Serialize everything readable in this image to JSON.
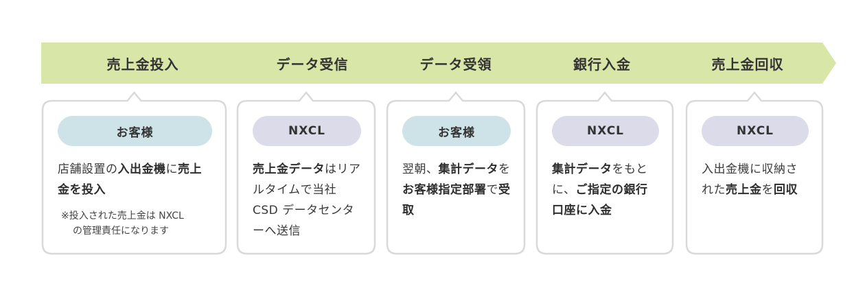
{
  "colors": {
    "arrow_fill": "#d8e6a7",
    "card_border": "#d9d9d9",
    "badge_customer": "#cde3e8",
    "badge_nxcl": "#dcdbe9"
  },
  "steps": [
    {
      "title": "売上金投入",
      "actor": "お客様",
      "desc": [
        {
          "t": "店舗設置の",
          "b": false
        },
        {
          "t": "入出金機",
          "b": true
        },
        {
          "t": "に",
          "b": false
        },
        {
          "t": "売上金を投入",
          "b": true
        }
      ],
      "note": [
        "※投入された売上金は NXCL",
        "の管理責任になります"
      ]
    },
    {
      "title": "データ受信",
      "actor": "NXCL",
      "desc": [
        {
          "t": "売上金データ",
          "b": true
        },
        {
          "t": "はリアルタイムで当社 CSD データセンターへ送信",
          "b": false
        }
      ]
    },
    {
      "title": "データ受領",
      "actor": "お客様",
      "desc": [
        {
          "t": "翌朝、",
          "b": false
        },
        {
          "t": "集計データ",
          "b": true
        },
        {
          "t": "を",
          "b": false
        },
        {
          "t": "お客様指定部署",
          "b": true
        },
        {
          "t": "で",
          "b": false
        },
        {
          "t": "受取",
          "b": true
        }
      ]
    },
    {
      "title": "銀行入金",
      "actor": "NXCL",
      "desc": [
        {
          "t": "集計データ",
          "b": true
        },
        {
          "t": "をもとに、",
          "b": false
        },
        {
          "t": "ご指定の銀行口座に入金",
          "b": true
        }
      ]
    },
    {
      "title": "売上金回収",
      "actor": "NXCL",
      "desc": [
        {
          "t": "入出金機に収納された",
          "b": false
        },
        {
          "t": "売上金",
          "b": true
        },
        {
          "t": "を",
          "b": false
        },
        {
          "t": "回収",
          "b": true
        }
      ]
    }
  ]
}
